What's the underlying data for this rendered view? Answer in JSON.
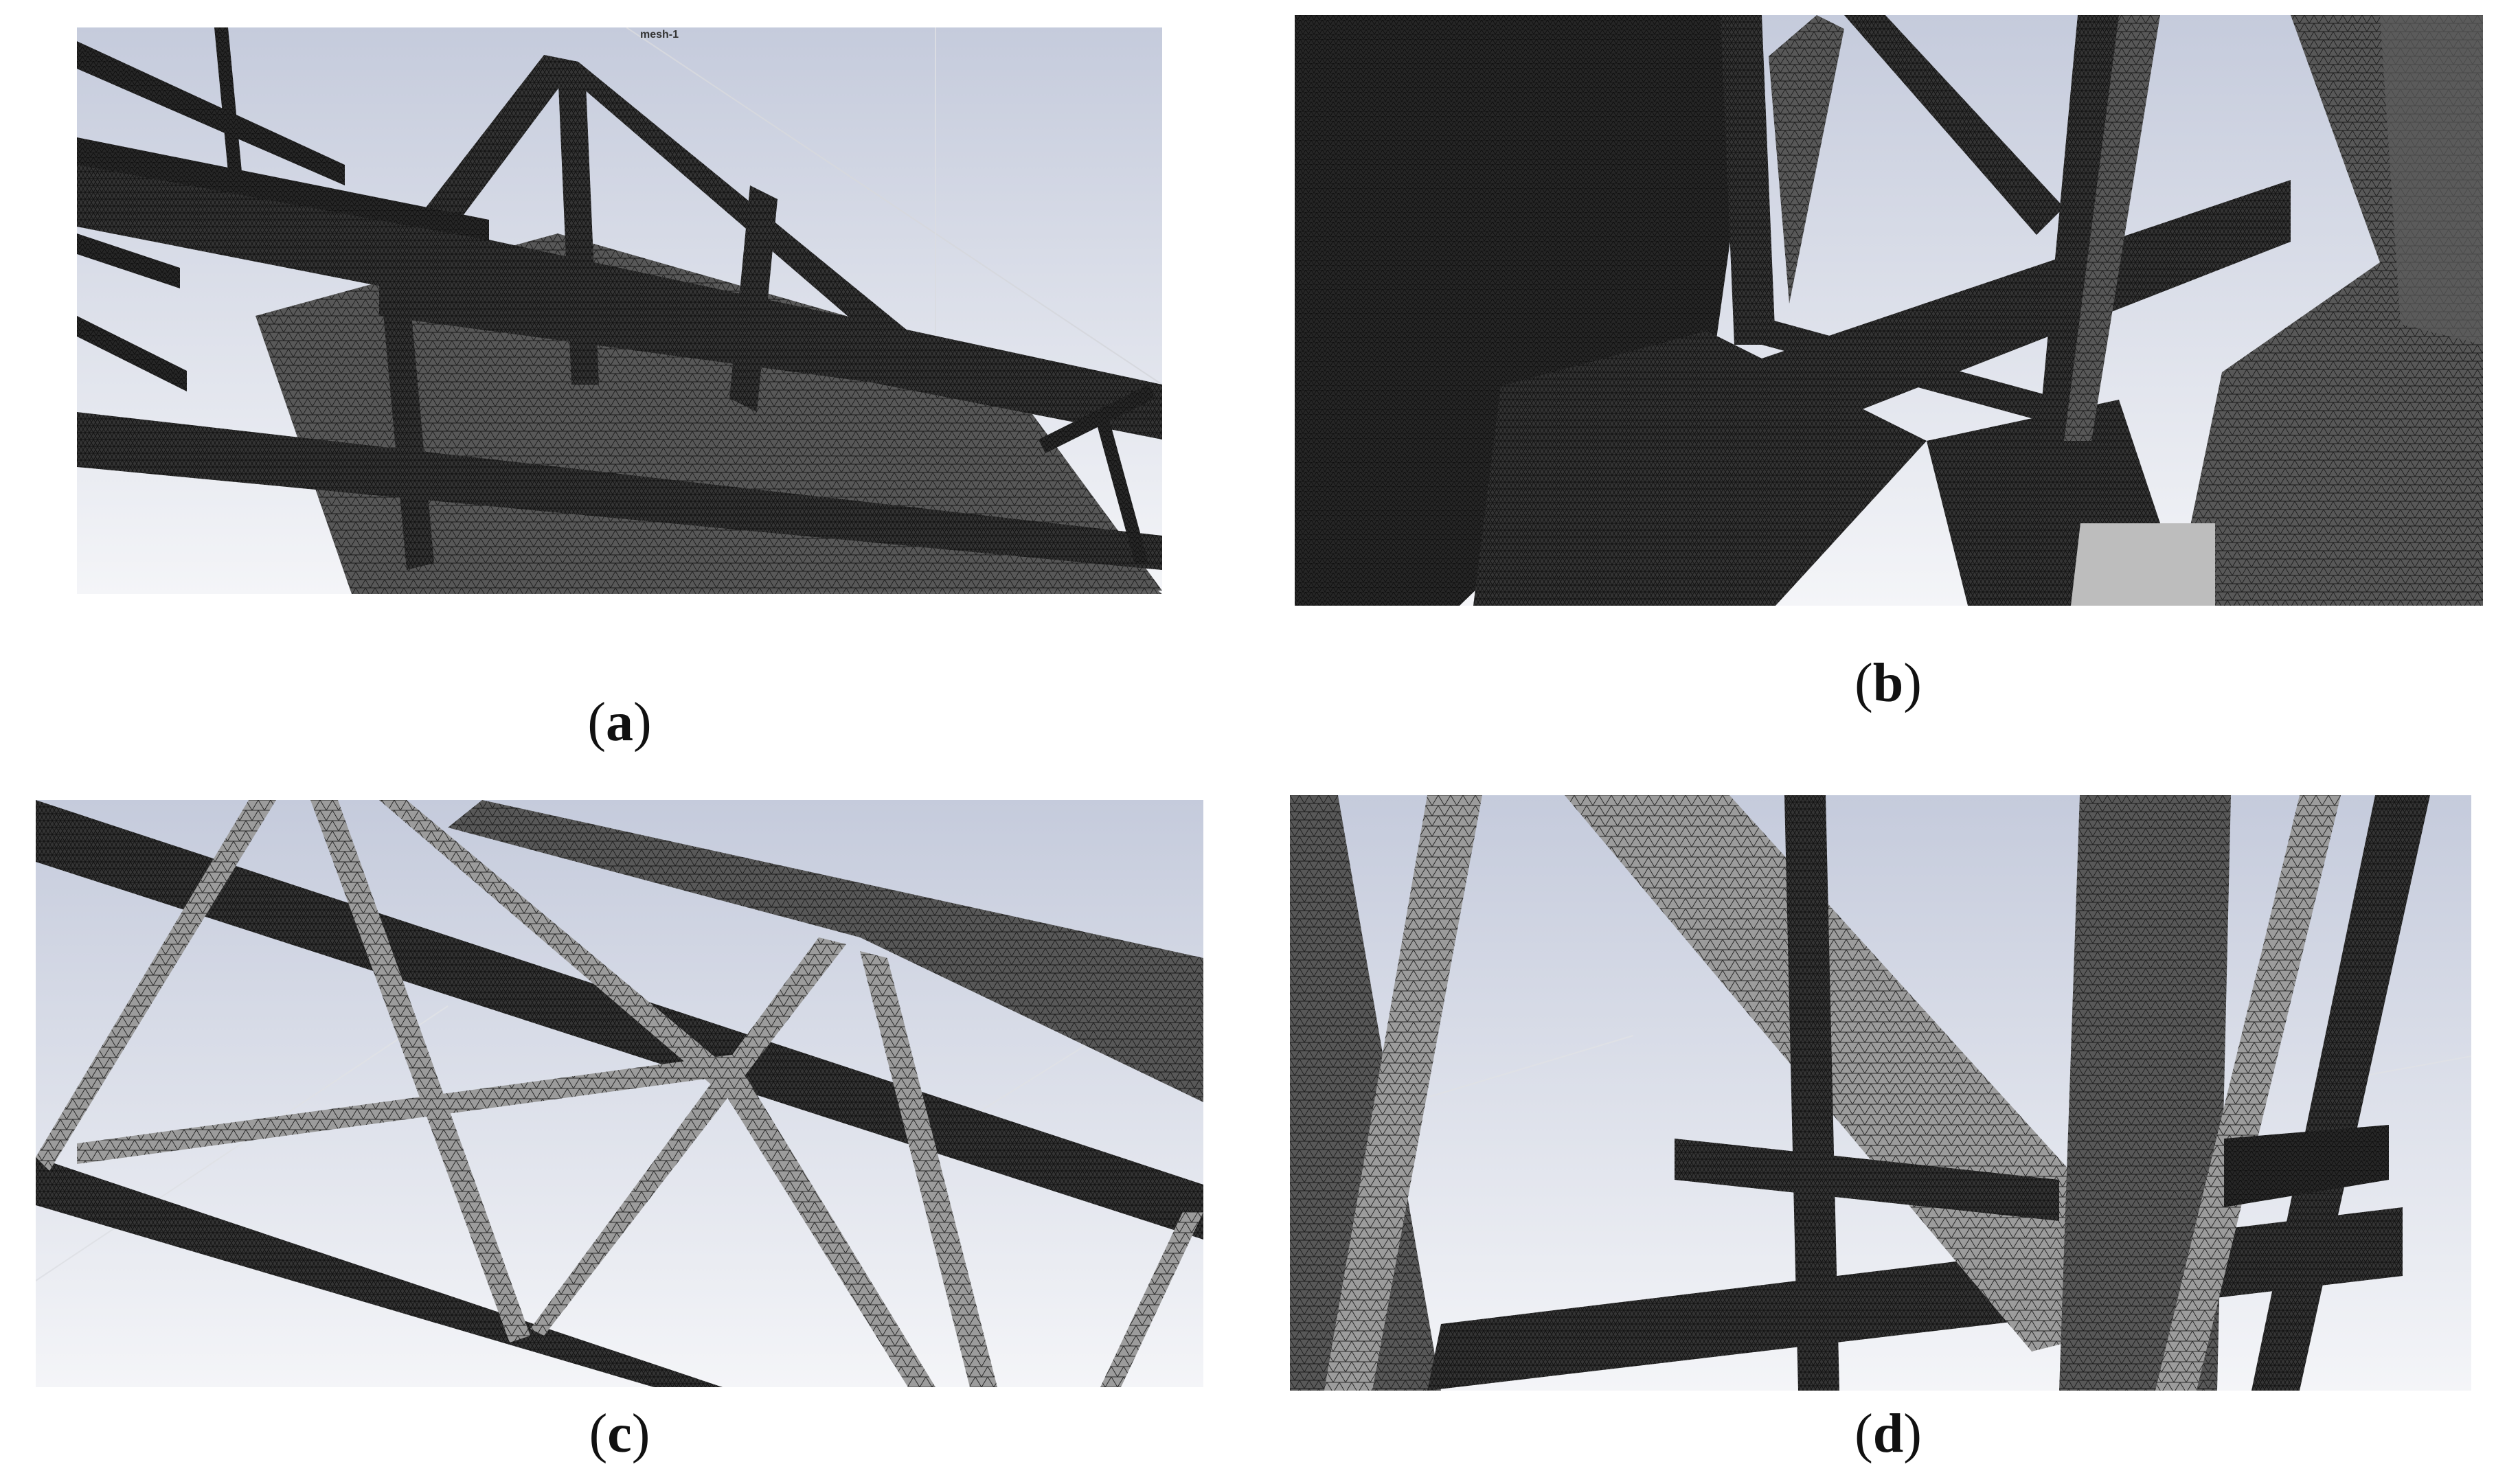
{
  "figure": {
    "panels": [
      {
        "id": "a",
        "caption_open": "(",
        "caption_letter": "a",
        "caption_close": ")",
        "viewport_title": "mesh-1"
      },
      {
        "id": "b",
        "caption_open": "(",
        "caption_letter": "b",
        "caption_close": ")"
      },
      {
        "id": "c",
        "caption_open": "(",
        "caption_letter": "c",
        "caption_close": ")"
      },
      {
        "id": "d",
        "caption_open": "(",
        "caption_letter": "d",
        "caption_close": ")"
      }
    ],
    "colors": {
      "sky_top": "#c5cbdc",
      "sky_bottom": "#f4f5f8",
      "mesh_dark": "#2f2f2f",
      "mesh_mid": "#555555",
      "mesh_light": "#9a9a9a",
      "mesh_line": "#111111"
    }
  }
}
